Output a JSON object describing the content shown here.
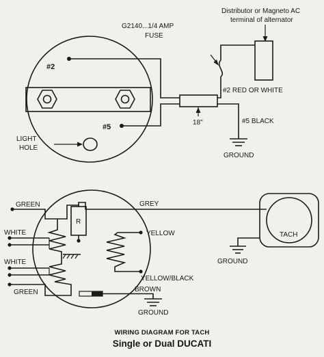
{
  "top_diagram": {
    "fuse_label_line1": "G2140...1/4 AMP",
    "fuse_label_line2": "FUSE",
    "distributor_line1": "Distributor or Magneto AC",
    "distributor_line2": "terminal of alternator",
    "terminal_2": "#2",
    "terminal_5": "#5",
    "wire_2_label": "#2 RED OR WHITE",
    "wire_5_label": "#5 BLACK",
    "length_label": "18\"",
    "ground_label": "GROUND",
    "light_hole_line1": "LIGHT",
    "light_hole_line2": "HOLE"
  },
  "bottom_diagram": {
    "left_labels": [
      "GREEN",
      "WHITE",
      "WHITE",
      "GREEN"
    ],
    "resistor_label": "R",
    "grey_label": "GREY",
    "yellow_label": "YELLOW",
    "yellow_black_label": "YELLOW/BLACK",
    "brown_label": "BROWN",
    "ground_label_brown": "GROUND",
    "tach_label": "TACH",
    "ground_label_tach": "GROUND"
  },
  "caption": {
    "line1": "WIRING DIAGRAM FOR TACH",
    "line2": "Single or Dual DUCATI"
  }
}
